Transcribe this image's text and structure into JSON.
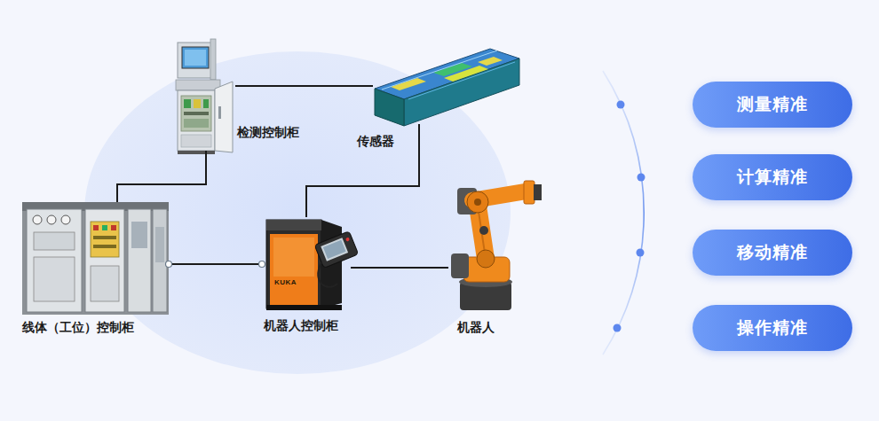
{
  "diagram": {
    "nodes": [
      {
        "text": [
          "检测控制柜"
        ]
      },
      {
        "text": [
          "传感器"
        ]
      },
      {
        "text": [
          "线体（工位）控制柜"
        ]
      },
      {
        "text": [
          "机器人控制柜"
        ]
      },
      {
        "text": [
          "机器人"
        ]
      },
      {
        "text": [
          "测量精准"
        ]
      },
      {
        "text": [
          "计算精准"
        ]
      },
      {
        "text": [
          "移动精准"
        ]
      },
      {
        "text": [
          "操作精准"
        ]
      }
    ],
    "edges": [
      {
        "from": 0,
        "to": 1,
        "arrow": "none"
      },
      {
        "from": 0,
        "to": 2,
        "arrow": "none"
      },
      {
        "from": 1,
        "to": 3,
        "arrow": "none"
      },
      {
        "from": 2,
        "to": 3,
        "arrow": "none"
      },
      {
        "from": 3,
        "to": 4,
        "arrow": "none"
      }
    ],
    "labels": [
      "KUKA"
    ]
  }
}
